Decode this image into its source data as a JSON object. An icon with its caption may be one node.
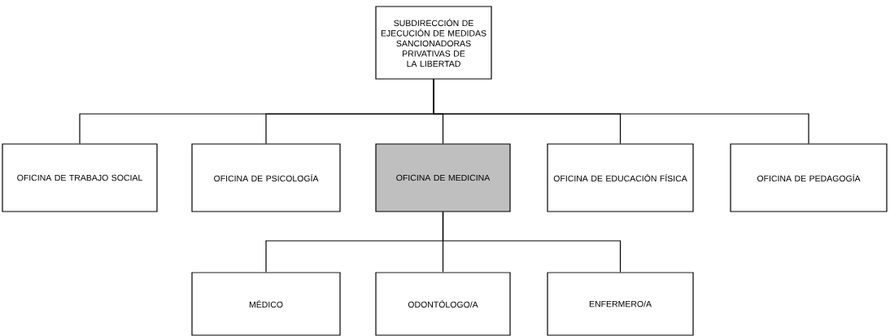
{
  "diagram": {
    "nodes": [
      {
        "text": [
          "SUBDIRECCIÓN DE EJECUCIÓN DE MEDIDAS SANCIONADORAS PRIVATIVAS DE LA LIBERTAD"
        ]
      },
      {
        "text": [
          "OFICINA DE TRABAJO SOCIAL"
        ]
      },
      {
        "text": [
          "OFICINA DE PSICOLOGÍA"
        ]
      },
      {
        "text": [
          "OFICINA DE MEDICINA"
        ]
      },
      {
        "text": [
          "OFICINA DE EDUCACIÓN FÍSICA"
        ]
      },
      {
        "text": [
          "OFICINA DE PEDAGOGÍA"
        ]
      },
      {
        "text": [
          "MÉDICO"
        ]
      },
      {
        "text": [
          "ODONTÓLOGO/A"
        ]
      },
      {
        "text": [
          "ENFERMERO/A"
        ]
      }
    ],
    "edges": [
      {
        "from": 0,
        "to": 1,
        "arrow": "none"
      },
      {
        "from": 0,
        "to": 2,
        "arrow": "none"
      },
      {
        "from": 0,
        "to": 3,
        "arrow": "none"
      },
      {
        "from": 0,
        "to": 4,
        "arrow": "none"
      },
      {
        "from": 0,
        "to": 5,
        "arrow": "none"
      },
      {
        "from": 3,
        "to": 6,
        "arrow": "none"
      },
      {
        "from": 3,
        "to": 7,
        "arrow": "none"
      },
      {
        "from": 3,
        "to": 8,
        "arrow": "none"
      }
    ]
  }
}
